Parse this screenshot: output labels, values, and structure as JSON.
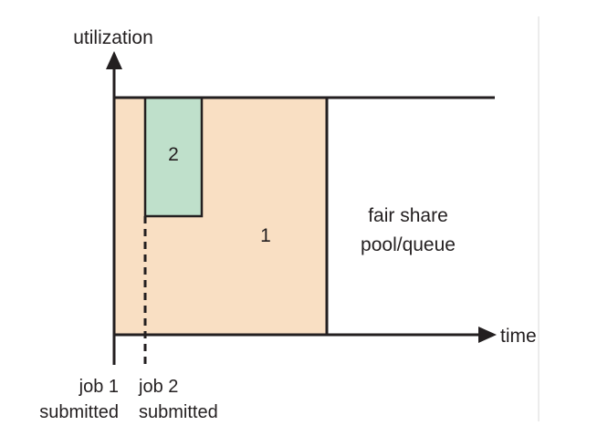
{
  "diagram": {
    "y_axis_label": "utilization",
    "x_axis_label": "time",
    "job1_block_label": "1",
    "job2_block_label": "2",
    "region_label_line1": "fair share",
    "region_label_line2": "pool/queue",
    "job1_marker_line1": "job 1",
    "job1_marker_line2": "submitted",
    "job2_marker_line1": "job 2",
    "job2_marker_line2": "submitted",
    "colors": {
      "job1_fill": "#f9dfc3",
      "job2_fill": "#bfe0cb",
      "stroke": "#231f20",
      "divider": "#e6e6e6"
    }
  }
}
